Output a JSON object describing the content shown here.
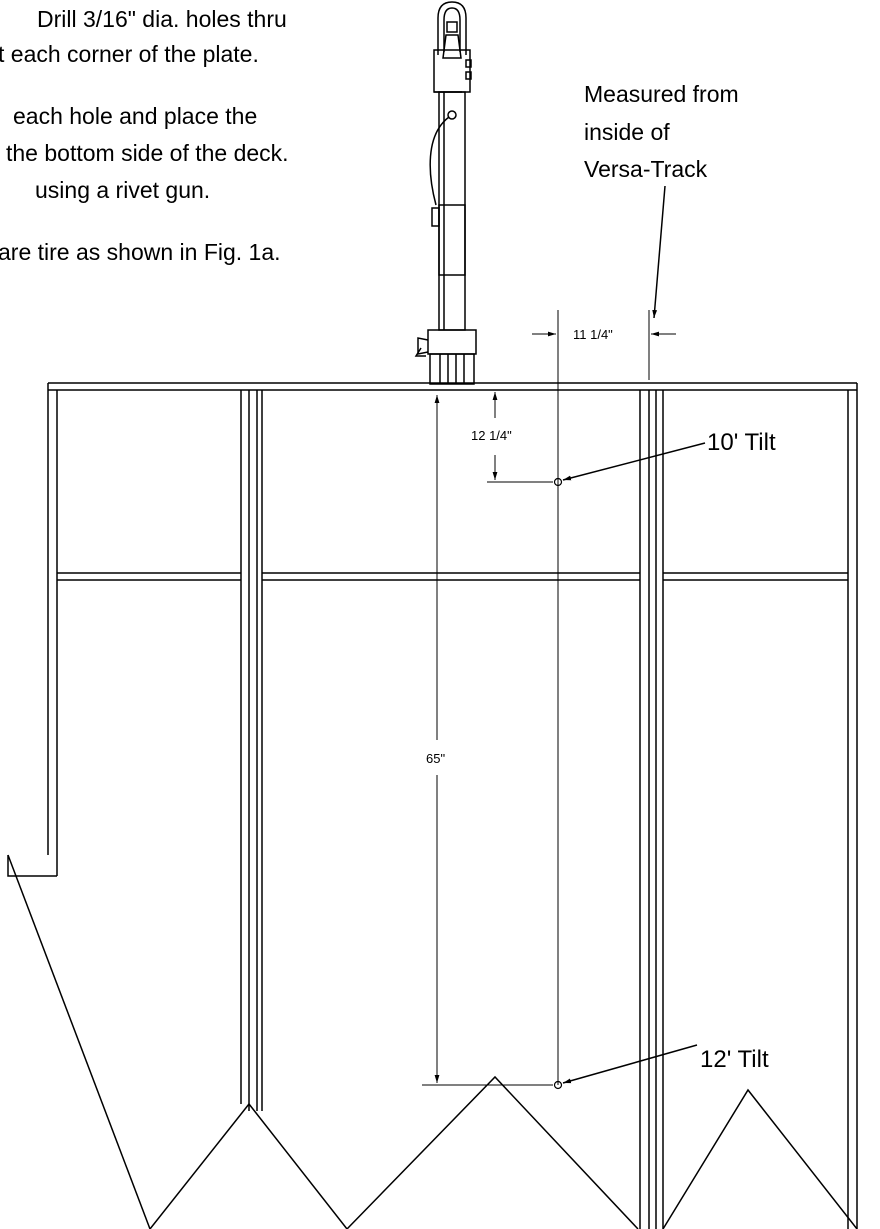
{
  "instructions": {
    "line1": "Drill 3/16\" dia. holes thru",
    "line2": "t each corner of the plate.",
    "line3": "each hole and place the",
    "line4": "the bottom side of the deck.",
    "line5": "using a rivet gun.",
    "line6": "are tire as shown in Fig. 1a."
  },
  "callout": {
    "line1": "Measured from",
    "line2": "inside of",
    "line3": "Versa-Track"
  },
  "dimensions": {
    "horizontal": "11 1/4\"",
    "top_vertical": "12 1/4\"",
    "main_vertical": "65\""
  },
  "labels": {
    "tilt_10": "10' Tilt",
    "tilt_12": "12' Tilt"
  }
}
